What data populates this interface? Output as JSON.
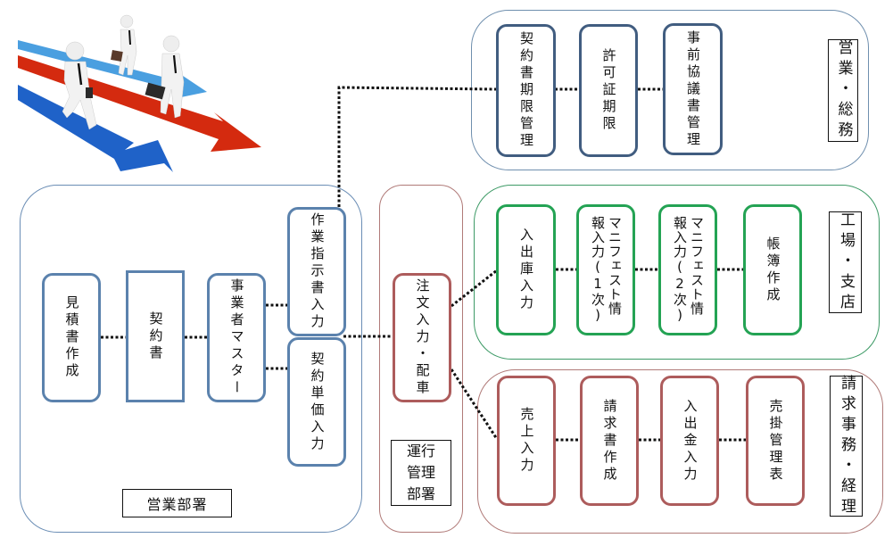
{
  "illustration": {
    "description": "businessmen-walking-on-arrows"
  },
  "colors": {
    "sales_blue": "#5b82ad",
    "general_navy": "#415d80",
    "factory_green": "#24a354",
    "billing_red": "#ad5c5c",
    "connector": "#111111"
  },
  "groups": {
    "sales_dept": {
      "label": "営業部署",
      "nodes": [
        {
          "id": "estimate",
          "text": "見積書作成"
        },
        {
          "id": "contract",
          "text": "契約書"
        },
        {
          "id": "operator_master",
          "text": "事業者マスター"
        },
        {
          "id": "work_order",
          "text": "作業指示書入力"
        },
        {
          "id": "contract_price",
          "text": "契約単価入力"
        }
      ]
    },
    "operations_dept": {
      "label": "運行\n管理\n部署",
      "nodes": [
        {
          "id": "order_dispatch",
          "text": "注文入力・配車"
        }
      ]
    },
    "sales_general": {
      "label": "営業・総務",
      "nodes": [
        {
          "id": "contract_expiry",
          "text": "契約書期限管理"
        },
        {
          "id": "permit_expiry",
          "text": "許可証期限"
        },
        {
          "id": "prior_agreement",
          "text": "事前協議書管理"
        }
      ]
    },
    "factory_branch": {
      "label": "工場・支店",
      "nodes": [
        {
          "id": "inout_stock",
          "text": "入出庫入力"
        },
        {
          "id": "manifest_1",
          "line1": "マニフェスト情",
          "line2": "報入力(1次)"
        },
        {
          "id": "manifest_2",
          "line1": "マニフェスト情",
          "line2": "報入力(2次)"
        },
        {
          "id": "ledger",
          "text": "帳簿作成"
        }
      ]
    },
    "billing_accounting": {
      "label": "請求事務・経理",
      "nodes": [
        {
          "id": "sales_entry",
          "text": "売上入力"
        },
        {
          "id": "invoice",
          "text": "請求書作成"
        },
        {
          "id": "payment_entry",
          "text": "入出金入力"
        },
        {
          "id": "receivables",
          "text": "売掛管理表"
        }
      ]
    }
  }
}
